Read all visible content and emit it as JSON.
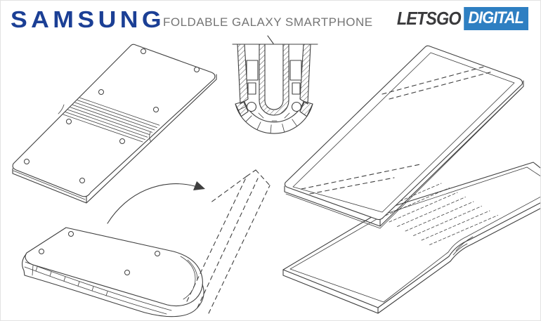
{
  "header": {
    "samsung_logo": "SAMSUNG",
    "title": "FOLDABLE GALAXY SMARTPHONE",
    "letsgo": "LETSGO",
    "digital": "DIGITAL"
  },
  "colors": {
    "samsung_blue": "#1b3f95",
    "letsgo_dark": "#3a3a3c",
    "digital_blue": "#2e7fc2",
    "title_gray": "#757575",
    "line_color": "#3f3f3f",
    "background": "#ffffff"
  },
  "figures": [
    {
      "name": "unfolded-device-back-view"
    },
    {
      "name": "hinge-cross-section"
    },
    {
      "name": "unfolded-device-front-panel"
    },
    {
      "name": "unfolded-device-rear-panel"
    },
    {
      "name": "folded-phone"
    },
    {
      "name": "open-cover-dashed-outline"
    },
    {
      "name": "unfold-arrow"
    }
  ]
}
